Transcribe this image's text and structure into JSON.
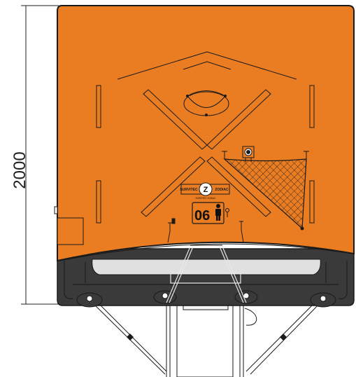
{
  "dimension": {
    "height_label": "2000"
  },
  "brand_plate": {
    "left_text": "SURVITEC",
    "right_text": "ZODIAC",
    "logo_letter": "Z",
    "subtext": "SURVITEC ZODIAC"
  },
  "capacity_plate": {
    "number": "06"
  },
  "colors": {
    "canopy": "#ea7d22",
    "base_tube": "#3a3a3a",
    "floor": "#e0e0e0",
    "outline": "#1a1a1a",
    "net": "#1a1a1a"
  }
}
